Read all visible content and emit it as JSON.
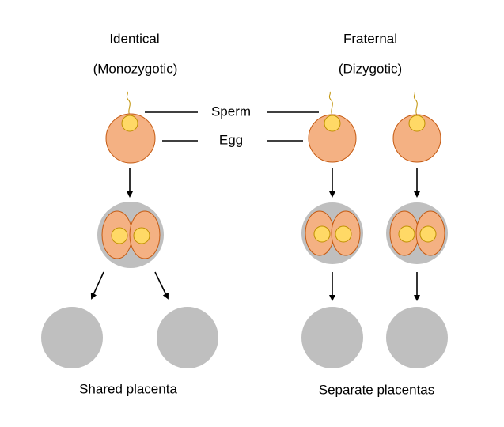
{
  "identical": {
    "title": "Identical",
    "subtitle": "(Monozygotic)",
    "caption": "Shared placenta"
  },
  "fraternal": {
    "title": "Fraternal",
    "subtitle": "(Dizygotic)",
    "caption": "Separate placentas"
  },
  "labels": {
    "sperm": "Sperm",
    "egg": "Egg"
  },
  "colors": {
    "egg": "#f4b183",
    "egg_outline": "#c55a11",
    "nucleus": "#ffd966",
    "placenta": "#bfbfbf"
  }
}
